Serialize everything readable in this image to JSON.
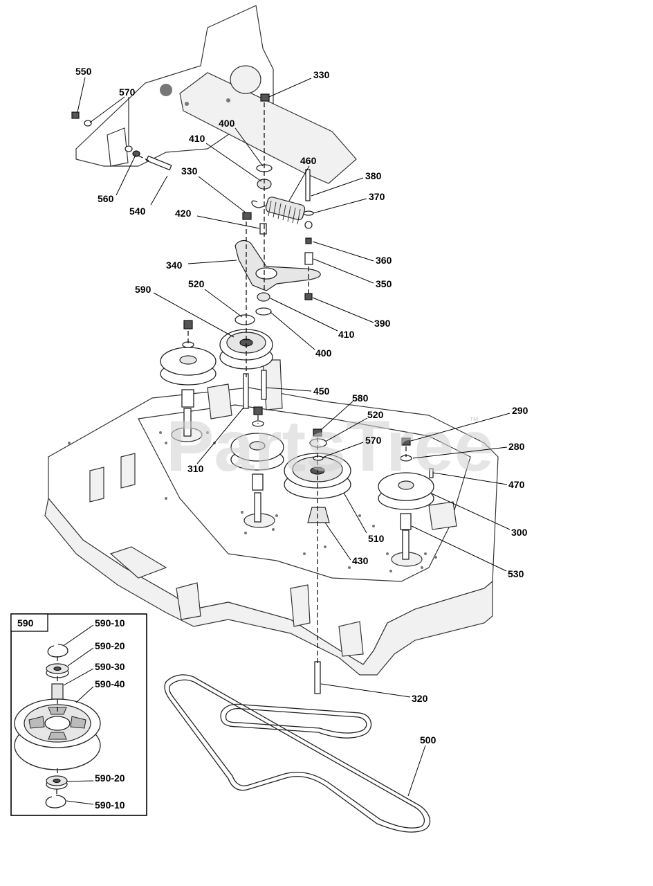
{
  "watermark": {
    "text": "PartsTree",
    "tm": "™"
  },
  "inset": {
    "title": "590",
    "labels": [
      {
        "id": "inset-590-10-top",
        "text": "590-10"
      },
      {
        "id": "inset-590-20-top",
        "text": "590-20"
      },
      {
        "id": "inset-590-30",
        "text": "590-30"
      },
      {
        "id": "inset-590-40",
        "text": "590-40"
      },
      {
        "id": "inset-590-20-bottom",
        "text": "590-20"
      },
      {
        "id": "inset-590-10-bottom",
        "text": "590-10"
      }
    ]
  },
  "callouts": [
    {
      "id": "c550",
      "text": "550"
    },
    {
      "id": "c570a",
      "text": "570"
    },
    {
      "id": "c330a",
      "text": "330"
    },
    {
      "id": "c400a",
      "text": "400"
    },
    {
      "id": "c410a",
      "text": "410"
    },
    {
      "id": "c460",
      "text": "460"
    },
    {
      "id": "c380",
      "text": "380"
    },
    {
      "id": "c330b",
      "text": "330"
    },
    {
      "id": "c370",
      "text": "370"
    },
    {
      "id": "c560",
      "text": "560"
    },
    {
      "id": "c540",
      "text": "540"
    },
    {
      "id": "c420",
      "text": "420"
    },
    {
      "id": "c360",
      "text": "360"
    },
    {
      "id": "c340",
      "text": "340"
    },
    {
      "id": "c350",
      "text": "350"
    },
    {
      "id": "c590",
      "text": "590"
    },
    {
      "id": "c520a",
      "text": "520"
    },
    {
      "id": "c390",
      "text": "390"
    },
    {
      "id": "c410b",
      "text": "410"
    },
    {
      "id": "c400b",
      "text": "400"
    },
    {
      "id": "c450",
      "text": "450"
    },
    {
      "id": "c580",
      "text": "580"
    },
    {
      "id": "c520b",
      "text": "520"
    },
    {
      "id": "c290",
      "text": "290"
    },
    {
      "id": "c570b",
      "text": "570"
    },
    {
      "id": "c280",
      "text": "280"
    },
    {
      "id": "c310",
      "text": "310"
    },
    {
      "id": "c470",
      "text": "470"
    },
    {
      "id": "c510",
      "text": "510"
    },
    {
      "id": "c300",
      "text": "300"
    },
    {
      "id": "c430",
      "text": "430"
    },
    {
      "id": "c530",
      "text": "530"
    },
    {
      "id": "c320",
      "text": "320"
    },
    {
      "id": "c500",
      "text": "500"
    }
  ]
}
